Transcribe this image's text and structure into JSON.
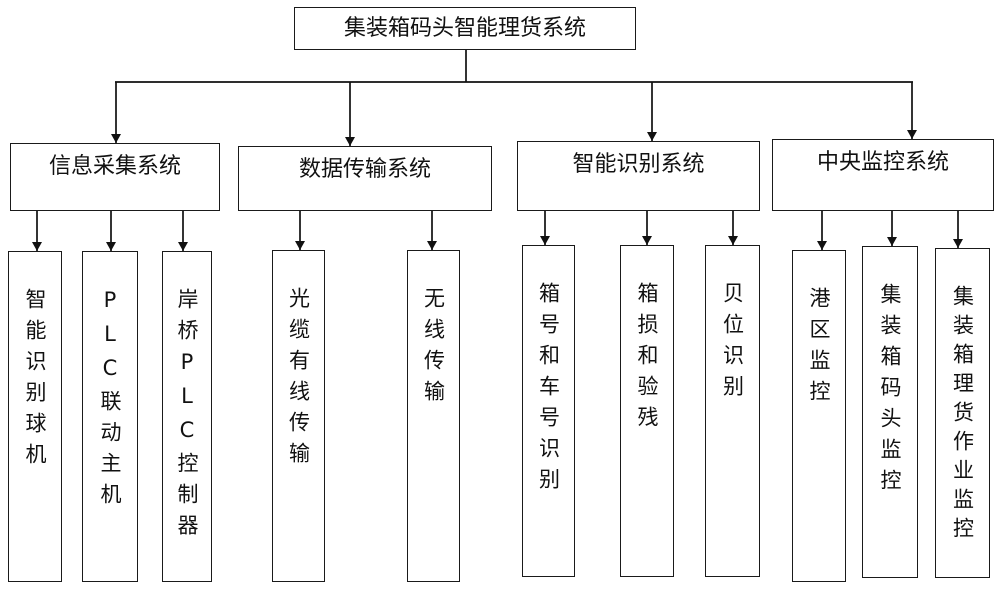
{
  "title": "集装箱码头智能理货系统",
  "systems": [
    {
      "label": "信息采集系统",
      "children": [
        "智能识别球机",
        "PLC联动主机",
        "岸桥PLC控制器"
      ]
    },
    {
      "label": "数据传输系统",
      "children": [
        "光缆有线传输",
        "无线传输"
      ]
    },
    {
      "label": "智能识别系统",
      "children": [
        "箱号和车号识别",
        "箱损和验残",
        "贝位识别"
      ]
    },
    {
      "label": "中央监控系统",
      "children": [
        "港区监控",
        "集装箱码头监控",
        "集装箱理货作业监控"
      ]
    }
  ]
}
